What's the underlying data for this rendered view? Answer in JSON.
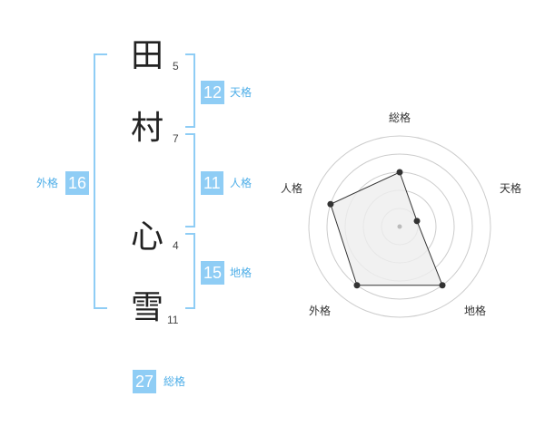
{
  "name": {
    "characters": [
      {
        "char": "田",
        "strokes": "5"
      },
      {
        "char": "村",
        "strokes": "7"
      },
      {
        "char": "心",
        "strokes": "4"
      },
      {
        "char": "雪",
        "strokes": "11"
      }
    ]
  },
  "kaku": {
    "tenkaku": {
      "value": "12",
      "label": "天格"
    },
    "jinkaku": {
      "value": "11",
      "label": "人格"
    },
    "chikaku": {
      "value": "15",
      "label": "地格"
    },
    "gaikaku": {
      "value": "16",
      "label": "外格"
    },
    "soukaku": {
      "value": "27",
      "label": "総格"
    }
  },
  "chart_data": {
    "type": "radar",
    "axes": [
      "総格",
      "天格",
      "地格",
      "外格",
      "人格"
    ],
    "values": [
      0.6,
      0.2,
      0.8,
      0.8,
      0.8
    ],
    "max": 1,
    "rings": 5,
    "colors": {
      "fill": "#eeeeee",
      "line": "#333333",
      "ring": "#cccccc",
      "point": "#333333"
    }
  },
  "colors": {
    "accent": "#8fcdf5",
    "label": "#4eaee8"
  }
}
